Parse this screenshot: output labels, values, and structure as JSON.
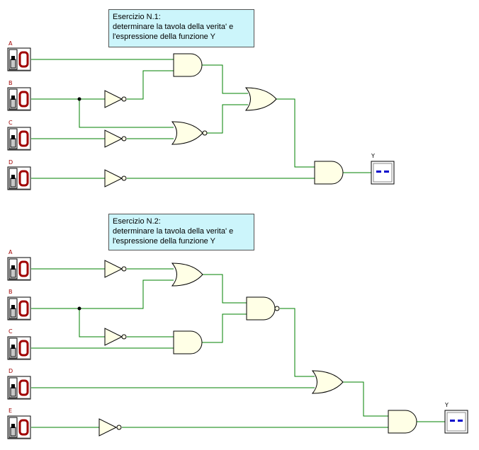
{
  "exercises": [
    {
      "title": "Esercizio N.1:",
      "line1": "determinare la tavola della verita' e",
      "line2": "l'espressione della funzione Y",
      "inputs": [
        "A",
        "B",
        "C",
        "D"
      ],
      "output": "Y",
      "output_display": "--"
    },
    {
      "title": "Esercizio N.2:",
      "line1": "determinare la tavola della verita' e",
      "line2": "l'espressione della funzione Y",
      "inputs": [
        "A",
        "B",
        "C",
        "D",
        "E"
      ],
      "output": "Y",
      "output_display": "--"
    }
  ],
  "colors": {
    "wire": "#008000",
    "gate_fill": "#ffffe6",
    "note_bg": "#ccf5fb",
    "switch_red": "#a00000",
    "display_blue": "#0000cc"
  }
}
